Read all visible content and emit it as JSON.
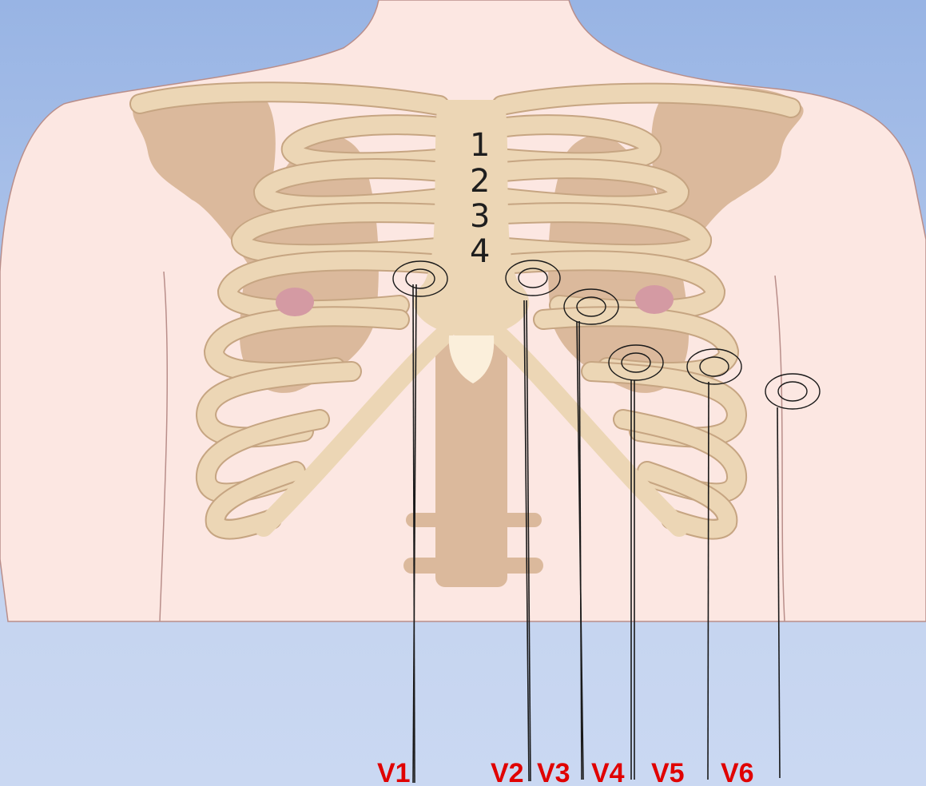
{
  "rib_numbers": [
    "1",
    "2",
    "3",
    "4"
  ],
  "leads": [
    {
      "label": "V1"
    },
    {
      "label": "V2"
    },
    {
      "label": "V3"
    },
    {
      "label": "V4"
    },
    {
      "label": "V5"
    },
    {
      "label": "V6"
    }
  ],
  "colors": {
    "background": "#a9c0ea",
    "skin": "#fce7e2",
    "bone": "#ecd6b5",
    "lung": "#dbb99c",
    "nipple": "#d49aa3",
    "label": "#e00000"
  }
}
